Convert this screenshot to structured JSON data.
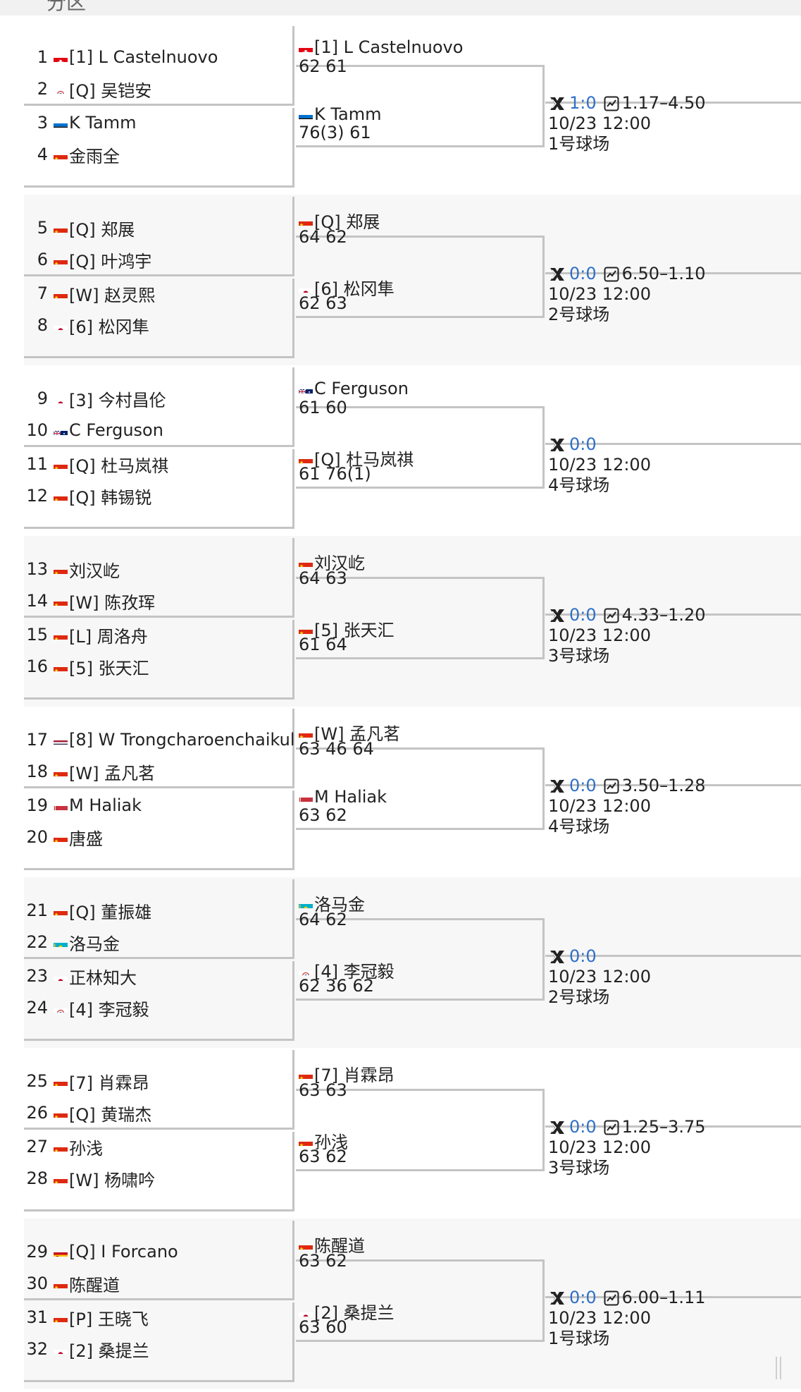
{
  "header": {
    "title": "分区"
  },
  "matches": [
    {
      "players": [
        {
          "num": "1",
          "flag": "sui",
          "name": "[1] L Castelnuovo"
        },
        {
          "num": "2",
          "flag": "tpe",
          "name": "[Q] 吴铠安"
        },
        {
          "num": "3",
          "flag": "est",
          "name": " K Tamm"
        },
        {
          "num": "4",
          "flag": "chn",
          "name": " 金雨全"
        }
      ],
      "winners": [
        {
          "flag": "sui",
          "name": "[1] L Castelnuovo",
          "score": "62 61"
        },
        {
          "flag": "est",
          "name": " K Tamm",
          "score": "76(3) 61"
        }
      ],
      "next": {
        "h2h": "1:0",
        "odds": "1.17–4.50",
        "time": "10/23 12:00",
        "court": "1号球场"
      }
    },
    {
      "players": [
        {
          "num": "5",
          "flag": "chn",
          "name": "[Q] 郑展"
        },
        {
          "num": "6",
          "flag": "chn",
          "name": "[Q] 叶鸿宇"
        },
        {
          "num": "7",
          "flag": "chn",
          "name": "[W] 赵灵熙"
        },
        {
          "num": "8",
          "flag": "jpn",
          "name": "[6] 松冈隼"
        }
      ],
      "winners": [
        {
          "flag": "chn",
          "name": "[Q] 郑展",
          "score": "64 62"
        },
        {
          "flag": "jpn",
          "name": "[6] 松冈隼",
          "score": "62 63"
        }
      ],
      "next": {
        "h2h": "0:0",
        "odds": "6.50–1.10",
        "time": "10/23 12:00",
        "court": "2号球场"
      }
    },
    {
      "players": [
        {
          "num": "9",
          "flag": "jpn",
          "name": "[3] 今村昌伦"
        },
        {
          "num": "10",
          "flag": "aus",
          "name": " C Ferguson"
        },
        {
          "num": "11",
          "flag": "chn",
          "name": "[Q] 杜马岚祺"
        },
        {
          "num": "12",
          "flag": "chn",
          "name": "[Q] 韩锡锐"
        }
      ],
      "winners": [
        {
          "flag": "aus",
          "name": " C Ferguson",
          "score": "61 60"
        },
        {
          "flag": "chn",
          "name": "[Q] 杜马岚祺",
          "score": "61 76(1)"
        }
      ],
      "next": {
        "h2h": "0:0",
        "odds": "",
        "time": "10/23 12:00",
        "court": "4号球场"
      }
    },
    {
      "players": [
        {
          "num": "13",
          "flag": "chn",
          "name": " 刘汉屹"
        },
        {
          "num": "14",
          "flag": "chn",
          "name": "[W] 陈孜珲"
        },
        {
          "num": "15",
          "flag": "chn",
          "name": "[L] 周洛舟"
        },
        {
          "num": "16",
          "flag": "chn",
          "name": "[5] 张天汇"
        }
      ],
      "winners": [
        {
          "flag": "chn",
          "name": " 刘汉屹",
          "score": "64 63"
        },
        {
          "flag": "chn",
          "name": "[5] 张天汇",
          "score": "61 64"
        }
      ],
      "next": {
        "h2h": "0:0",
        "odds": "4.33–1.20",
        "time": "10/23 12:00",
        "court": "3号球场"
      }
    },
    {
      "players": [
        {
          "num": "17",
          "flag": "tha",
          "name": "[8] W Trongcharoenchaikul"
        },
        {
          "num": "18",
          "flag": "chn",
          "name": "[W] 孟凡茗"
        },
        {
          "num": "19",
          "flag": "blr",
          "name": " M Haliak"
        },
        {
          "num": "20",
          "flag": "chn",
          "name": " 唐盛"
        }
      ],
      "winners": [
        {
          "flag": "chn",
          "name": "[W] 孟凡茗",
          "score": "63 46 64"
        },
        {
          "flag": "blr",
          "name": " M Haliak",
          "score": "63 62"
        }
      ],
      "next": {
        "h2h": "0:0",
        "odds": "3.50–1.28",
        "time": "10/23 12:00",
        "court": "4号球场"
      }
    },
    {
      "players": [
        {
          "num": "21",
          "flag": "chn",
          "name": "[Q] 董振雄"
        },
        {
          "num": "22",
          "flag": "kaz",
          "name": " 洛马金"
        },
        {
          "num": "23",
          "flag": "jpn",
          "name": " 正林知大"
        },
        {
          "num": "24",
          "flag": "tpe",
          "name": "[4] 李冠毅"
        }
      ],
      "winners": [
        {
          "flag": "kaz",
          "name": " 洛马金",
          "score": "64 62"
        },
        {
          "flag": "tpe",
          "name": "[4] 李冠毅",
          "score": "62 36 62"
        }
      ],
      "next": {
        "h2h": "0:0",
        "odds": "",
        "time": "10/23 12:00",
        "court": "2号球场"
      }
    },
    {
      "players": [
        {
          "num": "25",
          "flag": "chn",
          "name": "[7] 肖霖昂"
        },
        {
          "num": "26",
          "flag": "chn",
          "name": "[Q] 黄瑞杰"
        },
        {
          "num": "27",
          "flag": "chn",
          "name": " 孙浅"
        },
        {
          "num": "28",
          "flag": "chn",
          "name": "[W] 杨啸吟"
        }
      ],
      "winners": [
        {
          "flag": "chn",
          "name": "[7] 肖霖昂",
          "score": "63 63"
        },
        {
          "flag": "chn",
          "name": " 孙浅",
          "score": "63 62"
        }
      ],
      "next": {
        "h2h": "0:0",
        "odds": "1.25–3.75",
        "time": "10/23 12:00",
        "court": "3号球场"
      }
    },
    {
      "players": [
        {
          "num": "29",
          "flag": "esp",
          "name": "[Q] I Forcano"
        },
        {
          "num": "30",
          "flag": "chn",
          "name": " 陈醒道"
        },
        {
          "num": "31",
          "flag": "chn",
          "name": "[P] 王晓飞"
        },
        {
          "num": "32",
          "flag": "jpn",
          "name": "[2] 桑提兰"
        }
      ],
      "winners": [
        {
          "flag": "chn",
          "name": " 陈醒道",
          "score": "63 62"
        },
        {
          "flag": "jpn",
          "name": "[2] 桑提兰",
          "score": "63 60"
        }
      ],
      "next": {
        "h2h": "0:0",
        "odds": "6.00–1.11",
        "time": "10/23 12:00",
        "court": "1号球场"
      }
    }
  ],
  "colors": {
    "h2h": "#2f6fc9",
    "line": "#c4c4c4",
    "alt_bg": "#f7f7f7"
  }
}
